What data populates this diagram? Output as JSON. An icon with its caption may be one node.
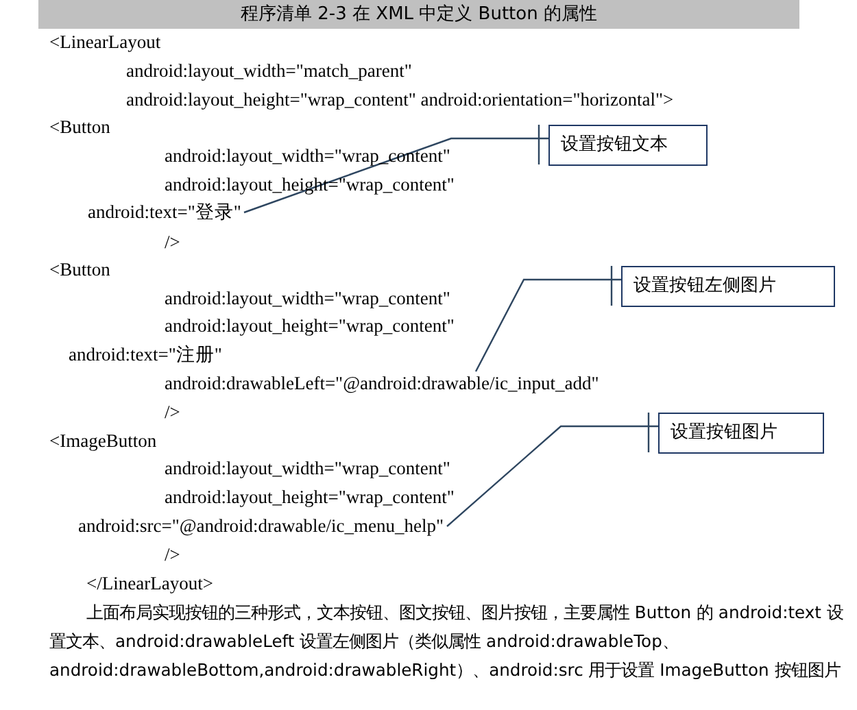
{
  "diagram": {
    "title": "程序清单 2-3 在 XML 中定义 Button 的属性",
    "nodes": [
      {
        "text": [
          "设置按钮文本"
        ]
      },
      {
        "text": [
          "android:text=\"登录\""
        ]
      },
      {
        "text": [
          "设置按钮左侧图片"
        ]
      },
      {
        "text": [
          "android:drawableLeft=\"@android:drawable/ic_input_add\""
        ]
      },
      {
        "text": [
          "设置按钮图片"
        ]
      },
      {
        "text": [
          "android:src=\"@android:drawable/ic_menu_help\""
        ]
      }
    ],
    "edges": [
      {
        "from": 0,
        "to": 1,
        "arrow": "none"
      },
      {
        "from": 2,
        "to": 3,
        "arrow": "none"
      },
      {
        "from": 4,
        "to": 5,
        "arrow": "none"
      }
    ],
    "labels": [
      "<LinearLayout",
      "android:layout_width=\"match_parent\"",
      "android:layout_height=\"wrap_content\" android:orientation=\"horizontal\">",
      "<Button",
      "android:layout_width=\"wrap_content\"",
      "android:layout_height=\"wrap_content\"",
      "/>",
      "<Button",
      "android:layout_width=\"wrap_content\"",
      "android:layout_height=\"wrap_content\"",
      "android:text=\"注册\"",
      "/>",
      "<ImageButton",
      "android:layout_width=\"wrap_content\"",
      "android:layout_height=\"wrap_content\"",
      "/>",
      "</LinearLayout>",
      "上面布局实现按钮的三种形式，文本按钮、图文按钮、图片按钮，主要属性 Button 的 android:text 设置文本、android:drawableLeft 设置左侧图片（类似属性 android:drawableTop、android:drawableBottom,android:drawableRight）、android:src 用于设置 ImageButton 按钮图片"
    ]
  }
}
